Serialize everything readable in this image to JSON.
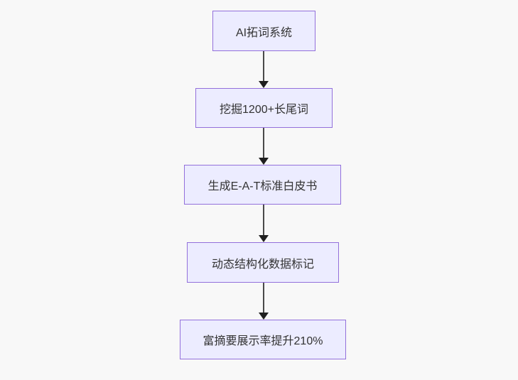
{
  "diagram": {
    "type": "flowchart",
    "direction": "top-down",
    "nodes": [
      {
        "id": "A",
        "label": "AI拓词系统"
      },
      {
        "id": "B",
        "label": "挖掘1200+长尾词"
      },
      {
        "id": "C",
        "label": "生成E-A-T标准白皮书"
      },
      {
        "id": "D",
        "label": "动态结构化数据标记"
      },
      {
        "id": "E",
        "label": "富摘要展示率提升210%"
      }
    ],
    "edges": [
      {
        "from": "A",
        "to": "B"
      },
      {
        "from": "B",
        "to": "C"
      },
      {
        "from": "C",
        "to": "D"
      },
      {
        "from": "D",
        "to": "E"
      }
    ],
    "colors": {
      "background": "#f8f8f8",
      "node_fill": "#ECECFF",
      "node_border": "#9370DB",
      "node_text": "#333333",
      "arrow_line": "#4a4a4a",
      "arrow_head": "#1f1f1f"
    }
  }
}
